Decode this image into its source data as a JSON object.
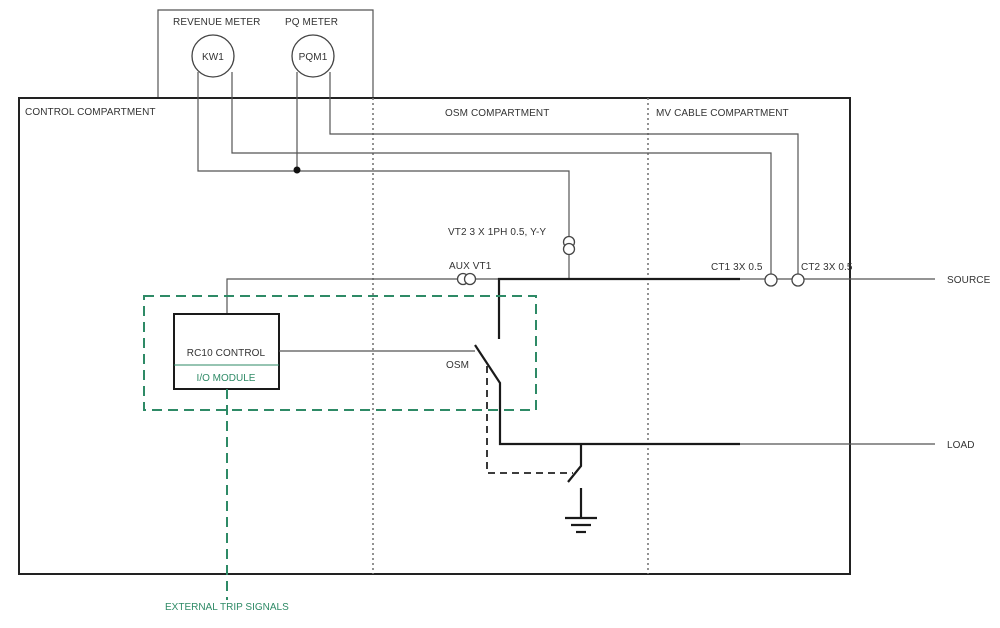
{
  "diagram": {
    "meter_panel": {
      "revenue_meter_label": "REVENUE METER",
      "pq_meter_label": "PQ METER",
      "kw1_label": "KW1",
      "pqm1_label": "PQM1"
    },
    "compartments": {
      "control": "CONTROL COMPARTMENT",
      "osm": "OSM COMPARTMENT",
      "mv_cable": "MV CABLE COMPARTMENT"
    },
    "components": {
      "vt2_label": "VT2 3 X 1PH 0.5, Y-Y",
      "aux_vt1_label": "AUX VT1",
      "ct1_label": "CT1 3X 0.5",
      "ct2_label": "CT2 3X 0.5",
      "osm_label": "OSM",
      "rc10_label": "RC10 CONTROL",
      "io_module_label": "I/O MODULE"
    },
    "terminals": {
      "source": "SOURCE",
      "load": "LOAD"
    },
    "external_signals_label": "EXTERNAL TRIP SIGNALS",
    "colors": {
      "io_accent": "#2e8a66",
      "line": "#222222"
    }
  }
}
